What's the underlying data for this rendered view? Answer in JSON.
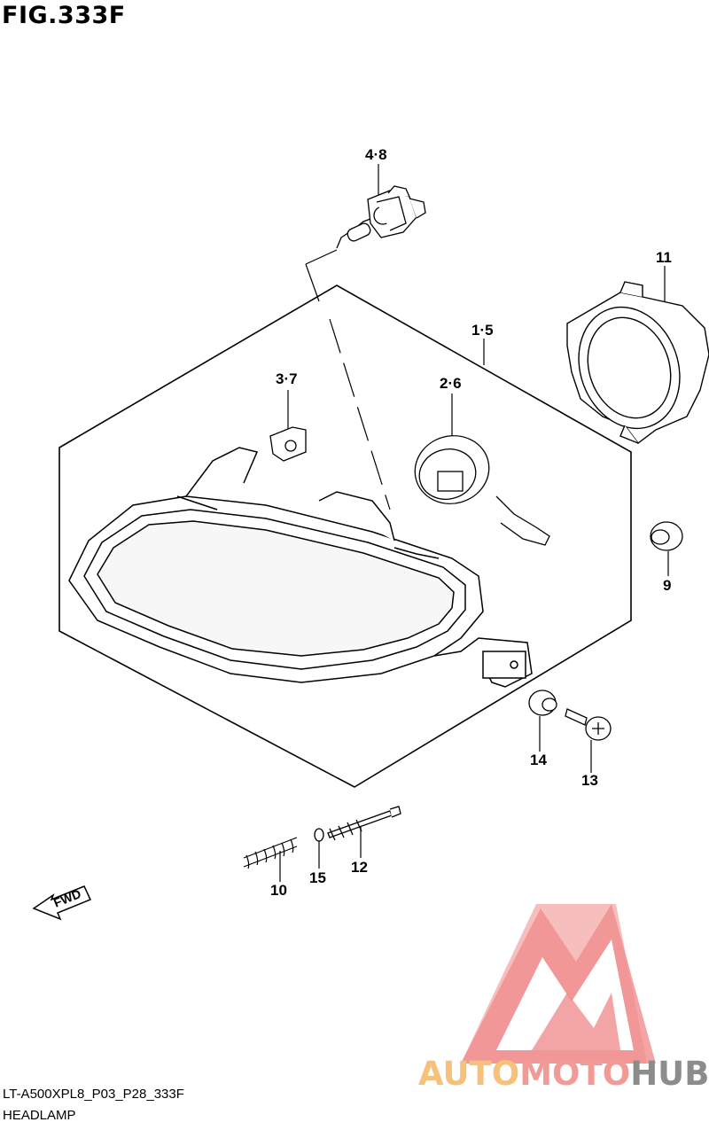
{
  "figure": {
    "title": "FIG.333F",
    "code": "LT-A500XPL8_P03_P28_333F",
    "name": "HEADLAMP",
    "fwd_label": "FWD"
  },
  "parts": [
    {
      "id": "p48",
      "label": "4·8"
    },
    {
      "id": "p11",
      "label": "11"
    },
    {
      "id": "p15a",
      "label": "1·5"
    },
    {
      "id": "p37",
      "label": "3·7"
    },
    {
      "id": "p26",
      "label": "2·6"
    },
    {
      "id": "p9",
      "label": "9"
    },
    {
      "id": "p14",
      "label": "14"
    },
    {
      "id": "p13",
      "label": "13"
    },
    {
      "id": "p12",
      "label": "12"
    },
    {
      "id": "p10",
      "label": "10"
    },
    {
      "id": "p15",
      "label": "15"
    }
  ],
  "watermark": {
    "part1": "AUTO",
    "part2": "MOTO",
    "part3": "HUB",
    "colors": {
      "auto": "#f6c17a",
      "moto": "#f29a95",
      "hub": "#8c8c8c",
      "logo": "#f08d8d"
    }
  }
}
